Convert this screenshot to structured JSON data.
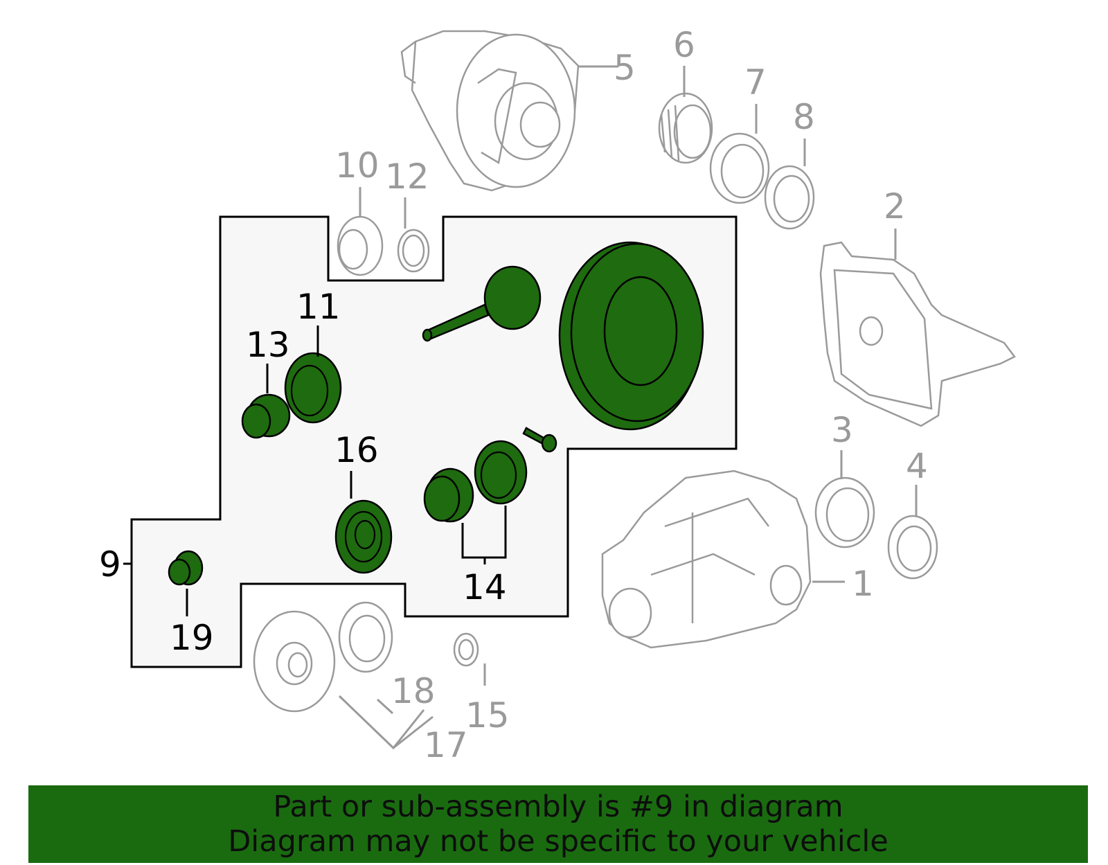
{
  "diagram": {
    "callouts": {
      "c1": "1",
      "c2": "2",
      "c3": "3",
      "c4": "4",
      "c5": "5",
      "c6": "6",
      "c7": "7",
      "c8": "8",
      "c9": "9",
      "c10": "10",
      "c11": "11",
      "c12": "12",
      "c13": "13",
      "c14": "14",
      "c15": "15",
      "c16": "16",
      "c17": "17",
      "c18": "18",
      "c19": "19"
    },
    "highlight_color": "#1f6b10",
    "highlighted_assembly": "9"
  },
  "banner": {
    "line1": "Part or sub-assembly is #9 in diagram",
    "line2": "Diagram may not be specific to your vehicle",
    "background": "#1a6b10"
  }
}
